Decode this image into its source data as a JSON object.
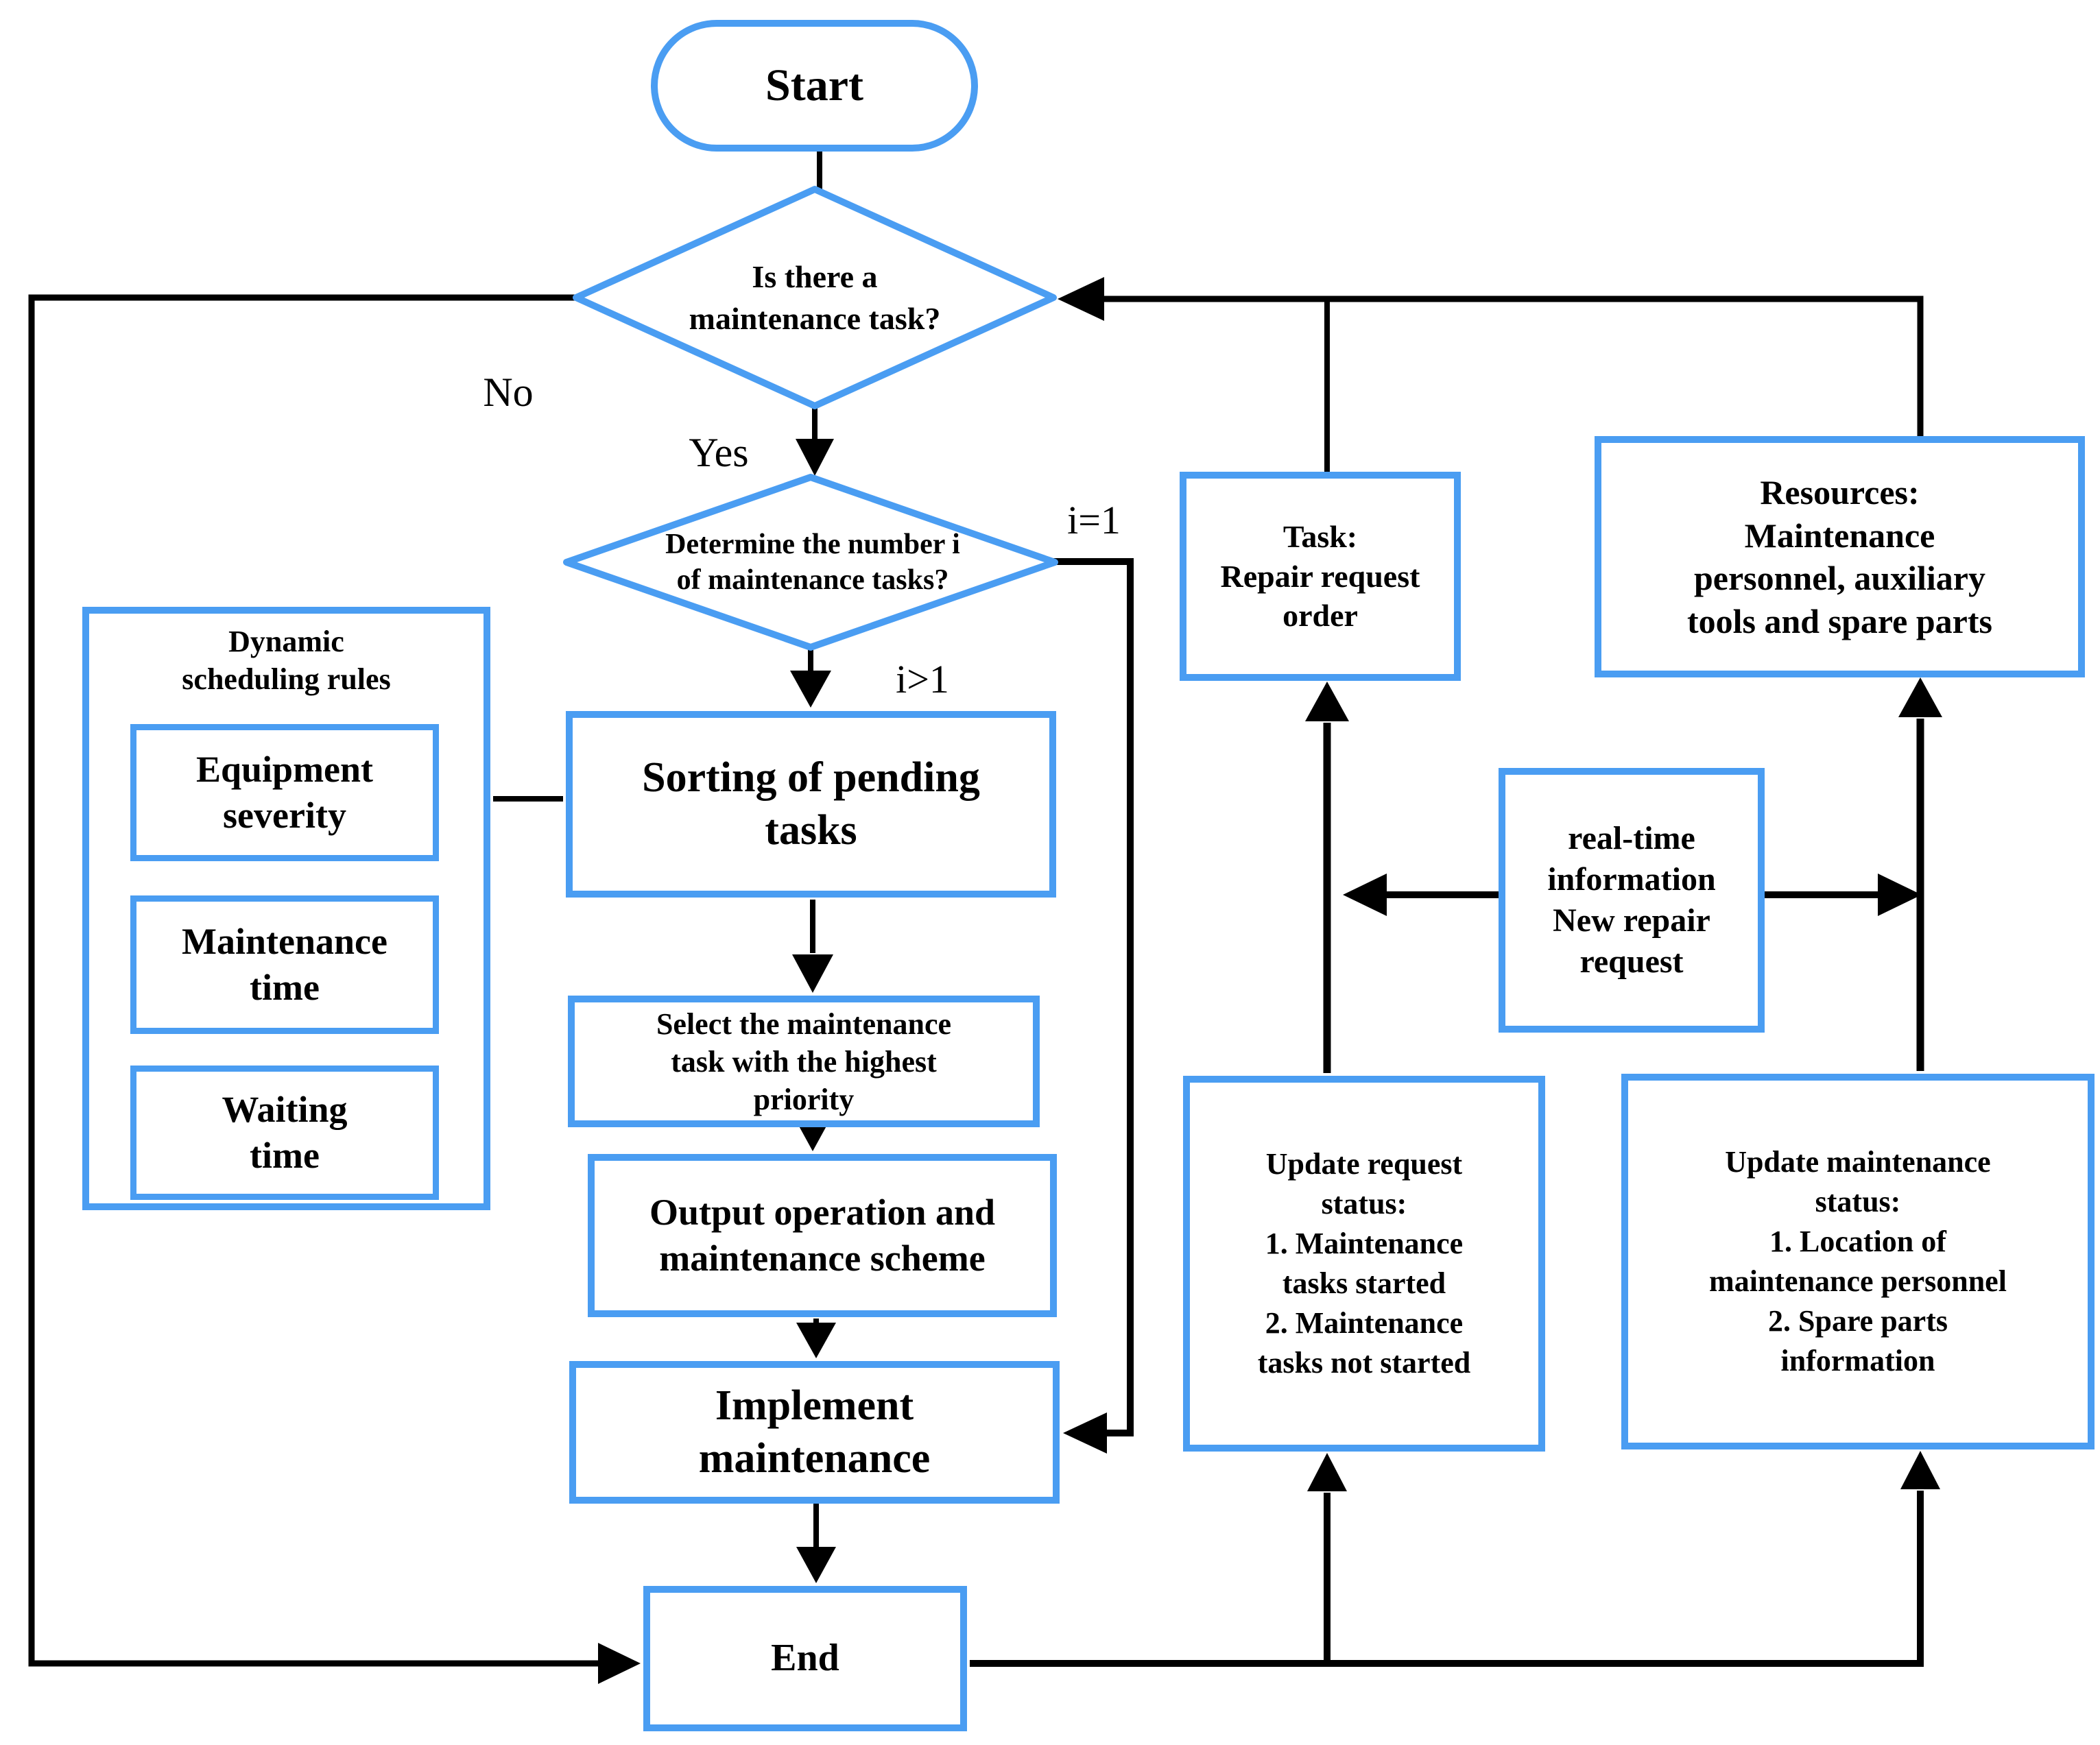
{
  "colors": {
    "accent": "#4a9df2",
    "line": "#000000",
    "background": "#ffffff"
  },
  "nodes": {
    "start": {
      "text": "Start"
    },
    "decision_is_there_task": {
      "text": "Is there a\nmaintenance task?"
    },
    "decision_number_of_tasks": {
      "text": "Determine the number i\nof maintenance tasks?"
    },
    "dynamic_rules": {
      "title": "Dynamic\nscheduling rules",
      "equipment_severity": "Equipment\nseverity",
      "maintenance_time": "Maintenance\ntime",
      "waiting_time": "Waiting\ntime"
    },
    "sorting": {
      "text": "Sorting of pending\ntasks"
    },
    "select_task": {
      "text": "Select the maintenance\ntask with the highest\npriority"
    },
    "output_scheme": {
      "text": "Output operation and\nmaintenance scheme"
    },
    "implement": {
      "text": "Implement\nmaintenance"
    },
    "end": {
      "text": "End"
    },
    "task_order": {
      "text": "Task:\nRepair request\norder"
    },
    "resources": {
      "text": "Resources:\nMaintenance\npersonnel, auxiliary\ntools and spare parts"
    },
    "realtime_info": {
      "text": "real-time\ninformation\nNew repair\nrequest"
    },
    "update_request_status": {
      "text": "Update request\nstatus:\n1. Maintenance\ntasks started\n2. Maintenance\ntasks not started"
    },
    "update_maintenance_status": {
      "text": "Update maintenance\nstatus:\n1. Location of\nmaintenance personnel\n2. Spare parts\ninformation"
    }
  },
  "edge_labels": {
    "no": "No",
    "yes": "Yes",
    "i_equals_1": "i=1",
    "i_greater_1": "i>1"
  }
}
